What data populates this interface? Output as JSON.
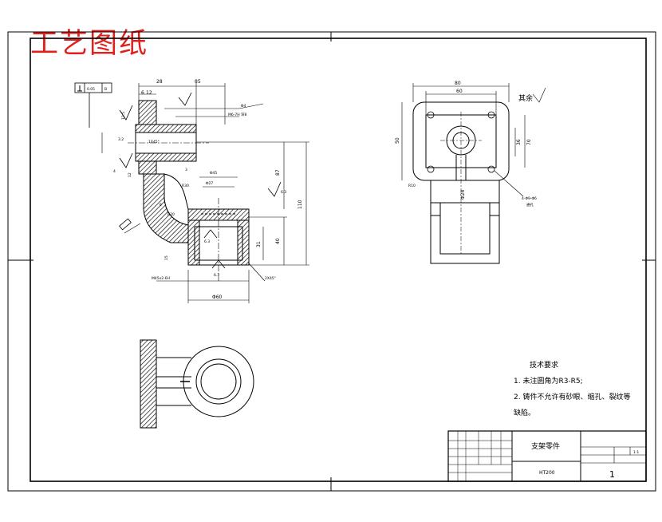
{
  "stamp_title": "工艺图纸",
  "surface_note": "其余",
  "tech": {
    "title": "技术要求",
    "item1": "1.  未注圆角为R3-R5;",
    "item2": "2.  铸件不允许有砂眼、缩孔、裂纹等",
    "item2_cont": "缺陷。"
  },
  "title_block": {
    "part_name": "支架零件",
    "material": "HT200",
    "sheet_no": "1",
    "scale": "1:1"
  },
  "front_view": {
    "dim_top1": "28",
    "dim_top2": "85",
    "dim_flange": "6",
    "dim_12": "12",
    "tol_box": "0.05",
    "datum": "B",
    "chamfer": "1X45°",
    "phi4": "Φ4",
    "tap": "M6-7H 深8",
    "dim_phi45": "Φ45",
    "dim_phi27": "Φ27",
    "dim_87": "87",
    "dim_110": "110",
    "dim_40": "40",
    "dim_31": "31",
    "dim_phi60": "Φ60",
    "thread_b": "M45x2-6H",
    "chamfer2": "2X45°",
    "r30": "R30",
    "r20": "R20",
    "ra63a": "6.3",
    "ra63b": "6.3",
    "ra63c": "6.3",
    "ra125": "12.5",
    "ra32": "3.2",
    "dim_15": "15",
    "dim_4": "4",
    "dim_3": "3",
    "dim_6": "6",
    "dim_12b": "12"
  },
  "side_view": {
    "dim_80": "80",
    "dim_60": "60",
    "dim_50": "50",
    "dim_70": "70",
    "dim_36": "36",
    "dim_phi24": "Φ24",
    "holes": "4-Φ9-Φ6",
    "holes2": "通孔",
    "r10": "R10"
  }
}
